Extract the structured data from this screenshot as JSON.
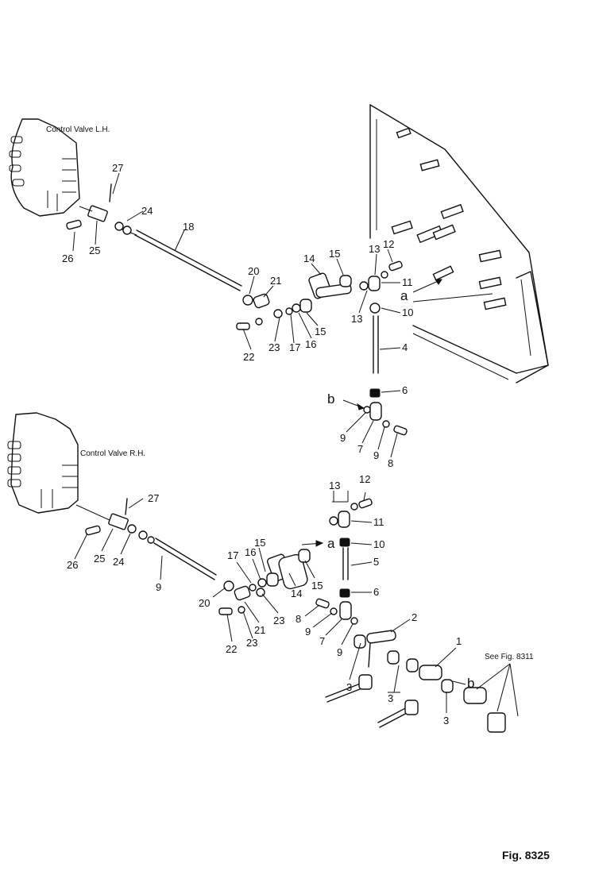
{
  "captions": {
    "valve_lh": "Control Valve L.H.",
    "valve_rh": "Control Valve R.H.",
    "see_fig": "See Fig. 8311",
    "figure": "Fig. 8325"
  },
  "markers": {
    "a": "a",
    "b": "b"
  },
  "callouts_upper": [
    "27",
    "24",
    "18",
    "26",
    "25",
    "20",
    "21",
    "14",
    "15",
    "13",
    "12",
    "11",
    "10",
    "13",
    "4",
    "22",
    "23",
    "17",
    "16",
    "15",
    "6",
    "b",
    "9",
    "7",
    "9",
    "8",
    "a"
  ],
  "callouts_lower": [
    "13",
    "12",
    "11",
    "10",
    "5",
    "6",
    "27",
    "26",
    "25",
    "24",
    "9",
    "15",
    "16",
    "17",
    "20",
    "14",
    "15",
    "23",
    "21",
    "22",
    "23",
    "8",
    "9",
    "7",
    "9",
    "3",
    "2",
    "1",
    "3",
    "3",
    "a",
    "b"
  ]
}
